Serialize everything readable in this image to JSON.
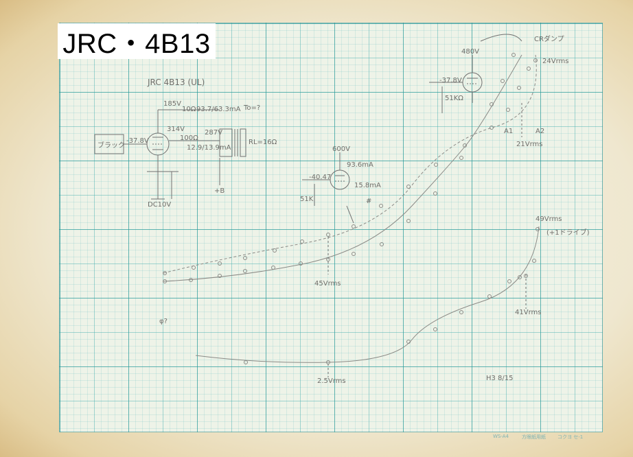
{
  "title": "JRC・4B13",
  "notes": {
    "subtitle": "JRC 4B13 (UL)",
    "b_plus": "185V",
    "plate_current": "93.7/63.3mA",
    "r10": "10Ω",
    "toq": "To=?",
    "ip": "314V",
    "g2": "287V",
    "r100": "100Ω",
    "screen_current": "12.9/13.9mA",
    "rl": "RL=16Ω",
    "source": "ブラック",
    "grid_bias": "-37.8V",
    "dc": "DC10V",
    "b_label": "+B",
    "v600": "600V",
    "i93": "93.6mA",
    "i15": "15.8mA",
    "bias2": "-40.47",
    "r51k": "51K",
    "hash": "#",
    "v480": "480V",
    "bias3": "-37.8V",
    "r51k2": "51KΩ",
    "cr": "CRダンプ",
    "v24": "24Vrms",
    "a1": "A1",
    "a2": "A2",
    "v21": "21Vrms",
    "v45": "45Vrms",
    "v49": "49Vrms",
    "v49b": "(+1ドライブ)",
    "v41": "41Vrms",
    "v25": "2.5Vrms",
    "date": "H3 8/15",
    "mark": "φ?",
    "footer_code": "WS-A4",
    "footer_maker": "方眼紙用紙",
    "footer_num": "コクヨ セ-1"
  },
  "colors": {
    "pencil": "#6f6e6a",
    "grid": "#2f9a9a",
    "paper": "#efe7cf"
  }
}
